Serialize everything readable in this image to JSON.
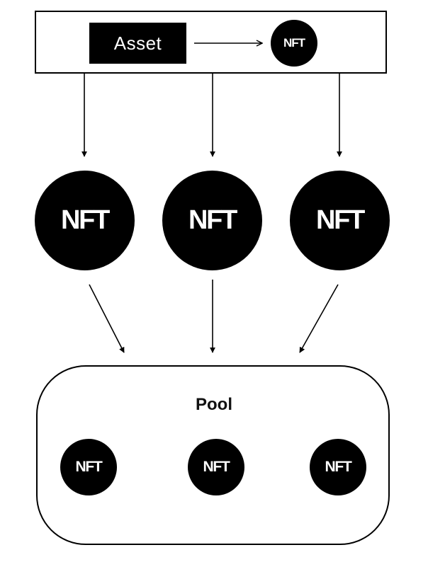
{
  "diagram": {
    "source_box": {
      "asset_label": "Asset",
      "minted_token_label": "NFT"
    },
    "tokens": [
      {
        "label": "NFT"
      },
      {
        "label": "NFT"
      },
      {
        "label": "NFT"
      }
    ],
    "pool": {
      "title": "Pool",
      "tokens": [
        {
          "label": "NFT"
        },
        {
          "label": "NFT"
        },
        {
          "label": "NFT"
        }
      ]
    },
    "edges": [
      {
        "from": "asset",
        "to": "source-nft"
      },
      {
        "from": "source-box",
        "to": "nft-1"
      },
      {
        "from": "source-box",
        "to": "nft-2"
      },
      {
        "from": "source-box",
        "to": "nft-3"
      },
      {
        "from": "nft-1",
        "to": "pool"
      },
      {
        "from": "nft-2",
        "to": "pool"
      },
      {
        "from": "nft-3",
        "to": "pool"
      }
    ],
    "colors": {
      "ink": "#000000",
      "background": "#ffffff",
      "text_on_ink": "#ffffff"
    }
  }
}
